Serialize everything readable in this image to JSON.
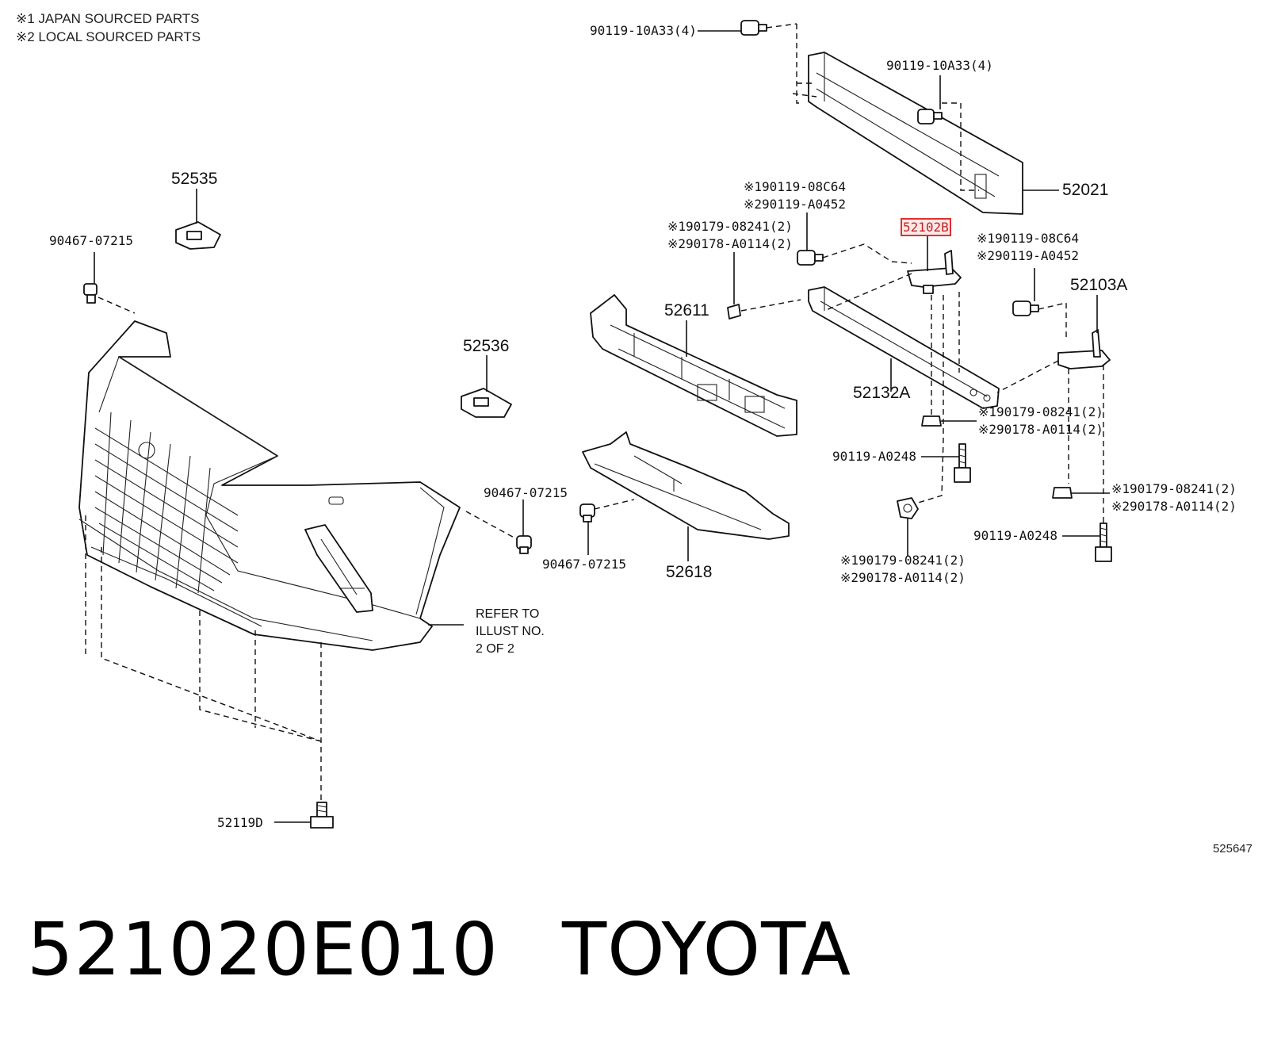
{
  "legend": {
    "line1": "※1 JAPAN SOURCED PARTS",
    "line2": "※2 LOCAL SOURCED PARTS"
  },
  "labels": {
    "p_90119_10A33_top": "90119-10A33(4)",
    "p_90119_10A33_right": "90119-10A33(4)",
    "p_52021": "52021",
    "p_52535": "52535",
    "p_90467_07215_left": "90467-07215",
    "p_s1_90119_08C64_a": "※190119-08C64",
    "p_s2_90119_A0452_a": "※290119-A0452",
    "p_s1_90179_08241_a": "※190179-08241(2)",
    "p_s2_90178_A0114_a": "※290178-A0114(2)",
    "p_52102B": "52102B",
    "p_s1_90119_08C64_b": "※190119-08C64",
    "p_s2_90119_A0452_b": "※290119-A0452",
    "p_52103A": "52103A",
    "p_52611": "52611",
    "p_52536": "52536",
    "p_52132A": "52132A",
    "p_s1_90179_08241_b": "※190179-08241(2)",
    "p_s2_90178_A0114_b": "※290178-A0114(2)",
    "p_90119_A0248_a": "90119-A0248",
    "p_90467_07215_mid": "90467-07215",
    "p_s1_90179_08241_c": "※190179-08241(2)",
    "p_s2_90178_A0114_c": "※290178-A0114(2)",
    "p_90119_A0248_b": "90119-A0248",
    "p_90467_07215_low": "90467-07215",
    "p_52618": "52618",
    "p_s1_90179_08241_d": "※190179-08241(2)",
    "p_s2_90178_A0114_d": "※290178-A0114(2)",
    "refer_1": "REFER TO",
    "refer_2": "ILLUST NO.",
    "refer_3": "2 OF 2",
    "p_52119D": "52119D"
  },
  "diagram_code": "525647",
  "caption": {
    "part_number": "521020E010",
    "brand": "TOYOTA"
  },
  "highlight_color": "#e03030"
}
